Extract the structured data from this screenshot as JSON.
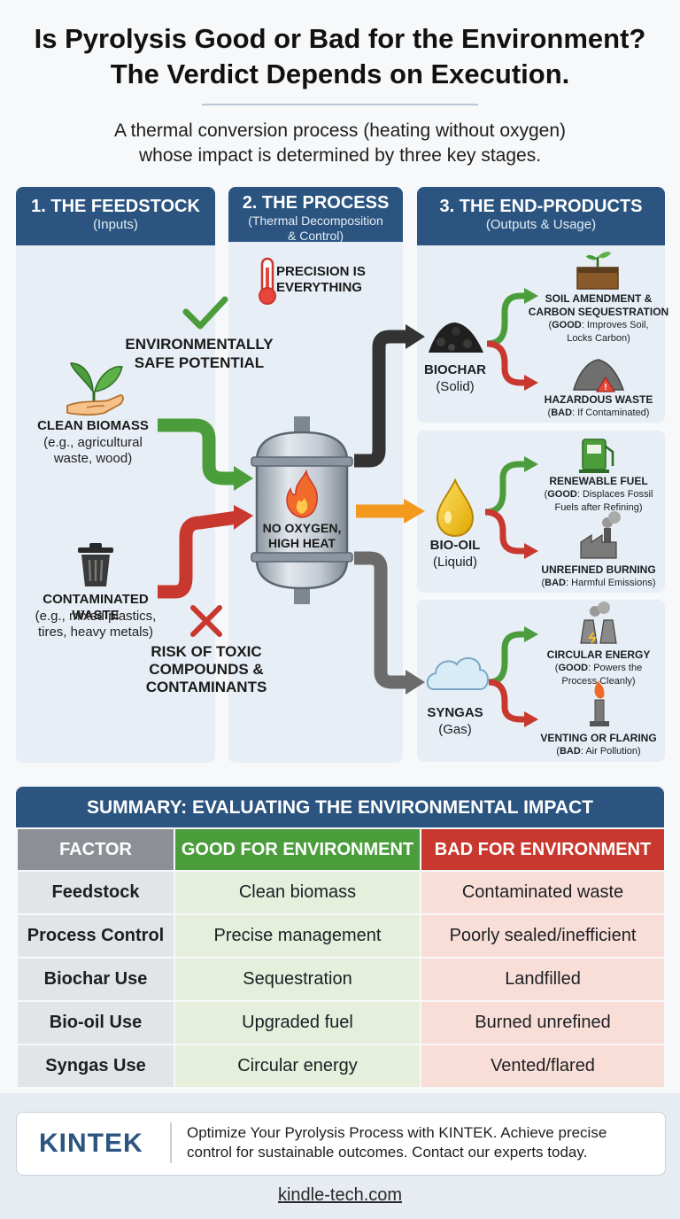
{
  "title": {
    "line1": "Is Pyrolysis Good or Bad for the Environment?",
    "line2": "The Verdict Depends on Execution."
  },
  "subtitle": {
    "line1": "A thermal conversion process (heating without oxygen)",
    "line2": "whose impact is determined by three key stages."
  },
  "feedstock": {
    "heading": "1. THE FEEDSTOCK",
    "subheading": "(Inputs)",
    "safe_label_1": "ENVIRONMENTALLY",
    "safe_label_2": "SAFE POTENTIAL",
    "clean_title": "CLEAN BIOMASS",
    "clean_desc_1": "(e.g., agricultural",
    "clean_desc_2": "waste, wood)",
    "contam_title": "CONTAMINATED WASTE",
    "contam_desc_1": "(e.g., mixed plastics,",
    "contam_desc_2": "tires, heavy metals)",
    "risk_1": "RISK OF TOXIC",
    "risk_2": "COMPOUNDS &",
    "risk_3": "CONTAMINANTS"
  },
  "process": {
    "heading": "2. THE PROCESS",
    "subheading_1": "(Thermal Decomposition",
    "subheading_2": "& Control)",
    "precision_1": "PRECISION IS",
    "precision_2": "EVERYTHING",
    "reactor_1": "NO OXYGEN,",
    "reactor_2": "HIGH HEAT"
  },
  "products": {
    "heading": "3. THE END-PRODUCTS",
    "subheading": "(Outputs & Usage)",
    "biochar": {
      "name": "BIOCHAR",
      "state": "(Solid)",
      "good_title_1": "SOIL AMENDMENT &",
      "good_title_2": "CARBON SEQUESTRATION",
      "good_tag": "GOOD",
      "good_desc_1": ": Improves Soil,",
      "good_desc_2": "Locks Carbon)",
      "bad_title": "HAZARDOUS WASTE",
      "bad_tag": "BAD",
      "bad_desc": ": If Contaminated)"
    },
    "biooil": {
      "name": "BIO-OIL",
      "state": "(Liquid)",
      "good_title": "RENEWABLE FUEL",
      "good_tag": "GOOD",
      "good_desc_1": ": Displaces Fossil",
      "good_desc_2": "Fuels after Refining)",
      "bad_title": "UNREFINED BURNING",
      "bad_tag": "BAD",
      "bad_desc": ": Harmful Emissions)"
    },
    "syngas": {
      "name": "SYNGAS",
      "state": "(Gas)",
      "good_title": "CIRCULAR ENERGY",
      "good_tag": "GOOD",
      "good_desc_1": ": Powers the",
      "good_desc_2": "Process Cleanly)",
      "bad_title": "VENTING OR FLARING",
      "bad_tag": "BAD",
      "bad_desc": ": Air Pollution)"
    }
  },
  "summary": {
    "heading": "SUMMARY: EVALUATING THE ENVIRONMENTAL IMPACT",
    "headers": {
      "factor": "FACTOR",
      "good": "GOOD FOR ENVIRONMENT",
      "bad": "BAD FOR ENVIRONMENT"
    },
    "rows": [
      {
        "factor": "Feedstock",
        "good": "Clean biomass",
        "bad": "Contaminated waste"
      },
      {
        "factor": "Process Control",
        "good": "Precise management",
        "bad": "Poorly sealed/inefficient"
      },
      {
        "factor": "Biochar Use",
        "good": "Sequestration",
        "bad": "Landfilled"
      },
      {
        "factor": "Bio-oil Use",
        "good": "Upgraded fuel",
        "bad": "Burned unrefined"
      },
      {
        "factor": "Syngas Use",
        "good": "Circular energy",
        "bad": "Vented/flared"
      }
    ]
  },
  "footer": {
    "logo": "KINTEK",
    "cta_1": "Optimize Your Pyrolysis Process with KINTEK. Achieve precise",
    "cta_2": "control for sustainable outcomes. Contact our experts today.",
    "website": "kindle-tech.com"
  },
  "colors": {
    "navy": "#2b5580",
    "good": "#4b9d3c",
    "bad": "#c8382f",
    "orange": "#f39a1e",
    "dark_arrow": "#333333",
    "gray_arrow": "#6b6b6b"
  }
}
